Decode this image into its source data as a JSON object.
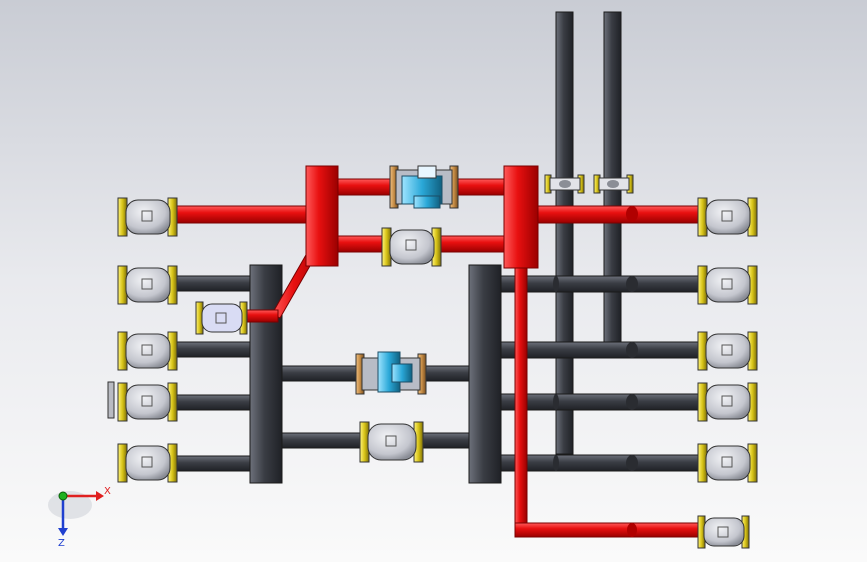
{
  "viewport": {
    "background_top": "#c9ccd4",
    "background_bottom": "#fafafa"
  },
  "colors": {
    "hot_pipe": "#e01010",
    "hot_pipe_dark": "#a00000",
    "cold_pipe": "#3a3d44",
    "cold_pipe_light": "#6a6e78",
    "valve_flange": "#d8c418",
    "valve_body": "#c8cad2",
    "pump_body": "#2aa8d8",
    "copper_flange": "#c58b45"
  },
  "triad": {
    "x_label": "X",
    "z_label": "Z",
    "x_color": "#e02020",
    "y_color": "#20b020",
    "z_color": "#2040d0"
  },
  "components": {
    "left_valves": [
      "valve",
      "valve",
      "valve",
      "valve",
      "valve"
    ],
    "right_valves": [
      "valve",
      "valve",
      "valve",
      "valve",
      "valve",
      "valve"
    ],
    "pumps": [
      "pump",
      "pump"
    ],
    "ball_valves": [
      "ball-valve",
      "ball-valve"
    ]
  }
}
